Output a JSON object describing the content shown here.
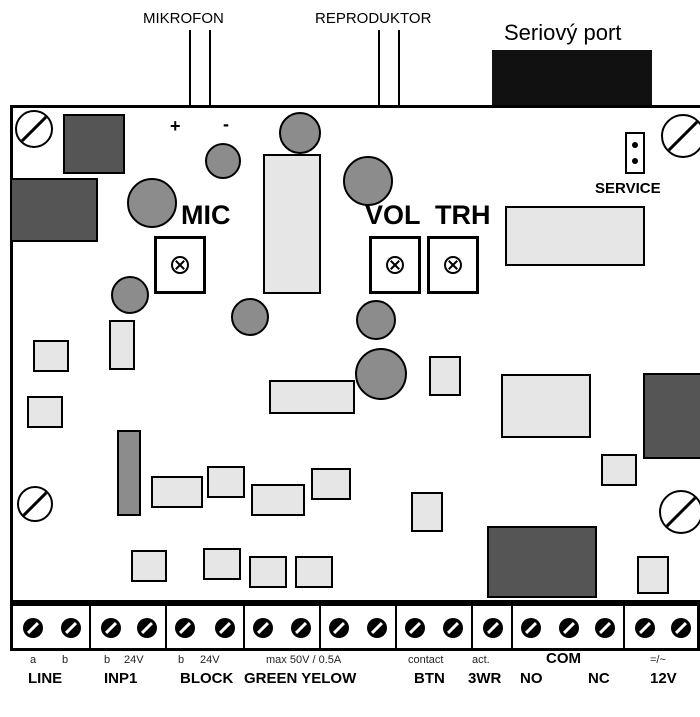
{
  "labels": {
    "mikrofon": "MIKROFON",
    "reproduktor": "REPRODUKTOR",
    "serial_port": "Seriový port",
    "mic_plus": "+",
    "mic_minus": "-",
    "mic": "MIC",
    "vol": "VOL",
    "trh": "TRH",
    "service": "SERVICE"
  },
  "terminals": [
    {
      "sub": [
        "a",
        "b"
      ],
      "name": "LINE"
    },
    {
      "sub": [
        "b",
        "24V"
      ],
      "name": "INP1"
    },
    {
      "sub": [
        "b",
        "24V"
      ],
      "name": "BLOCK"
    },
    {
      "sub": [
        "max 50V / 0.5A"
      ],
      "name": "GREEN YELOW"
    },
    {
      "sub": [
        "contact"
      ],
      "name": "BTN"
    },
    {
      "sub": [
        "act."
      ],
      "name": "3WR"
    },
    {
      "sub": [
        "COM"
      ],
      "name": "NO"
    },
    {
      "sub": [],
      "name": "NC"
    },
    {
      "sub": [
        "=/~"
      ],
      "name": "12V"
    }
  ],
  "icons": [
    "mounting-screw-icon",
    "potentiometer-icon",
    "terminal-screw-icon"
  ],
  "colors": {
    "board": "#ffffff",
    "line": "#000000",
    "light_component": "#e6e6e6",
    "mid_component": "#8c8c8c",
    "dark_component": "#555555",
    "connector": "#111111"
  }
}
